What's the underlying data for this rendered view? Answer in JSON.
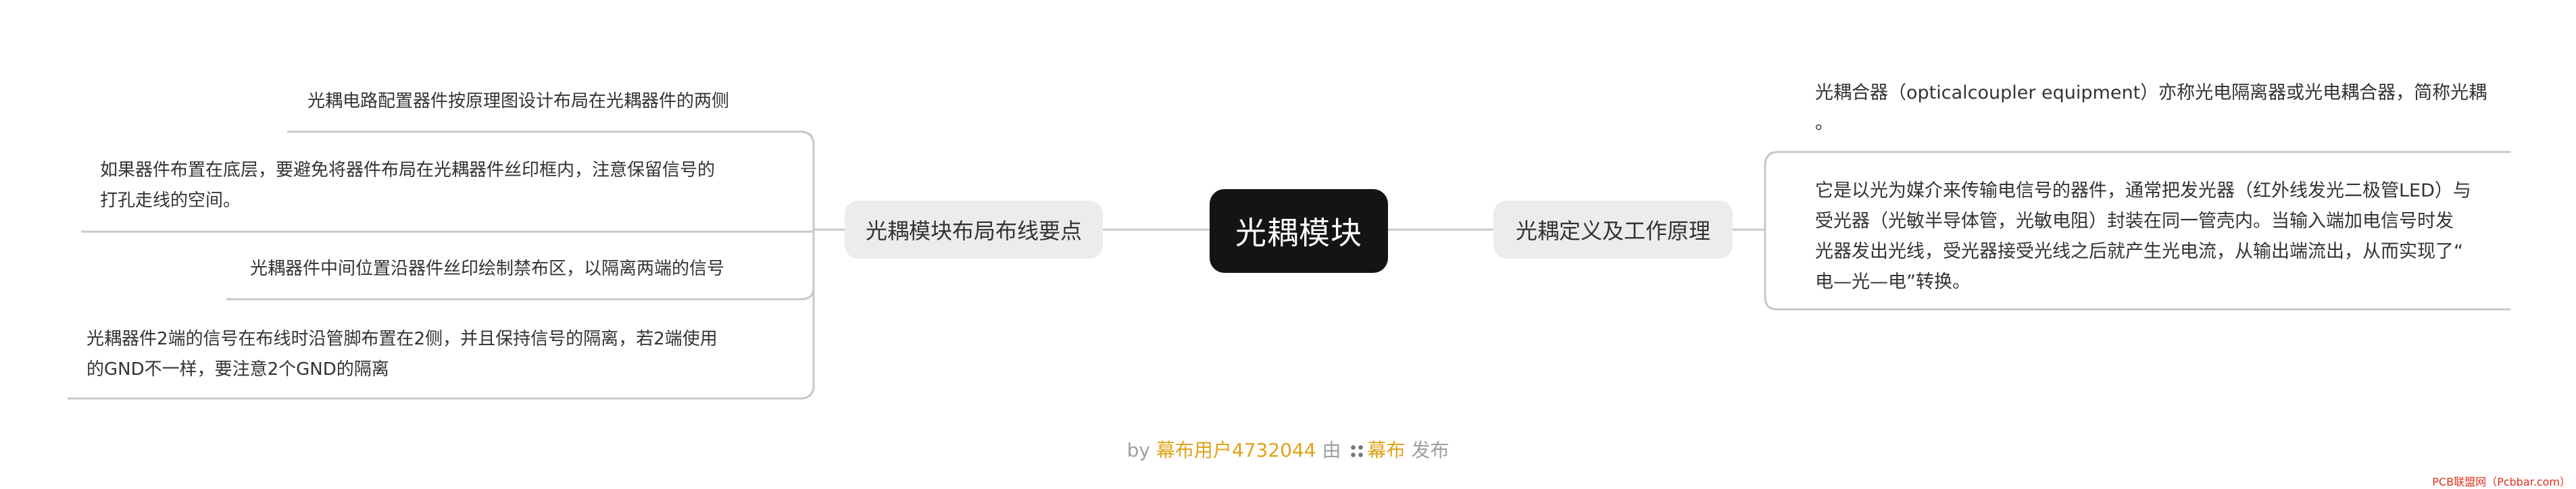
{
  "root": {
    "label": "光耦模块"
  },
  "left_branch": {
    "label": "光耦模块布局布线要点",
    "items": [
      "光耦电路配置器件按原理图设计布局在光耦器件的两侧",
      "如果器件布置在底层，要避免将器件布局在光耦器件丝印框内，注意保留信号的",
      "打孔走线的空间。",
      "光耦器件中间位置沿器件丝印绘制禁布区，以隔离两端的信号",
      "光耦器件2端的信号在布线时沿管脚布置在2侧，并且保持信号的隔离，若2端使用",
      "的GND不一样，要注意2个GND的隔离"
    ]
  },
  "right_branch": {
    "label": "光耦定义及工作原理",
    "items": [
      "光耦合器（opticalcoupler equipment）亦称光电隔离器或光电耦合器，简称光耦",
      "。",
      "它是以光为媒介来传输电信号的器件，通常把发光器（红外线发光二极管LED）与",
      "受光器（光敏半导体管，光敏电阻）封装在同一管壳内。当输入端加电信号时发",
      "光器发出光线，受光器接受光线之后就产生光电流，从输出端流出，从而实现了“",
      "电—光—电”转换。"
    ]
  },
  "footer": {
    "by": "by",
    "user": "幕布用户4732044",
    "via": "由",
    "brand": "幕布",
    "publish": "发布"
  },
  "watermark": "PCB联盟网（Pcbbar.com）",
  "colors": {
    "root_bg": "#141414",
    "branch_bg": "#ececec",
    "line": "#c8c8c8",
    "footer_highlight": "#e0a21a",
    "watermark": "#e0301e"
  }
}
